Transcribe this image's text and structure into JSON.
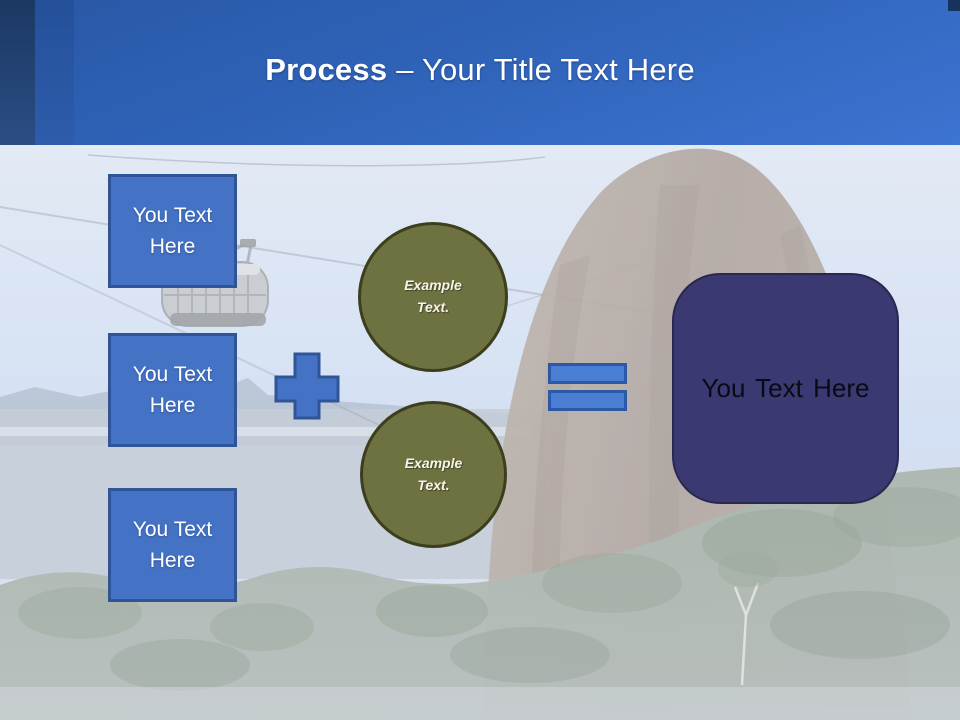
{
  "header": {
    "title_bold": "Process",
    "title_rest": "– Your Title Text Here"
  },
  "process": {
    "input_boxes": [
      {
        "label": "You Text Here"
      },
      {
        "label": "You Text Here"
      },
      {
        "label": "You Text Here"
      }
    ],
    "example_circles": [
      {
        "label": "Example Text."
      },
      {
        "label": "Example Text."
      }
    ],
    "result_box": {
      "label": "You Text Here"
    }
  },
  "icons": {
    "plus": "plus-icon",
    "equals": "equals-icon"
  },
  "colors": {
    "accent_blue": "#4472C4",
    "accent_blue_border": "#2F5597",
    "olive_green": "#6E7140",
    "olive_border": "#3C3F1E",
    "dark_purple": "#3B3971",
    "header_blue_dark": "#1C3863",
    "header_blue": "#2F63B8"
  }
}
